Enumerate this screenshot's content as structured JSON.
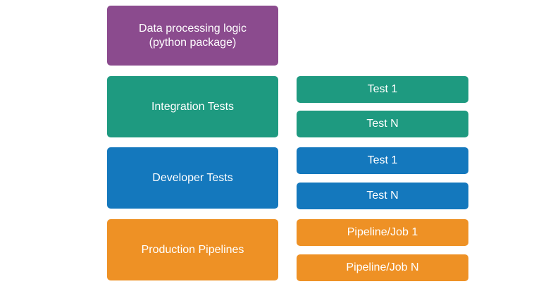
{
  "diagram": {
    "background_color": "#ffffff",
    "text_color": "#ffffff",
    "rows": [
      {
        "id": "data-processing-logic",
        "label": "Data processing logic (python package)",
        "line1": "Data processing logic",
        "line2": "(python package)",
        "color": "#8b4b8e",
        "children": []
      },
      {
        "id": "integration-tests",
        "label": "Integration Tests",
        "color": "#1e9a80",
        "children": [
          {
            "label": "Test 1"
          },
          {
            "label": "Test N"
          }
        ]
      },
      {
        "id": "developer-tests",
        "label": "Developer Tests",
        "color": "#1478bd",
        "children": [
          {
            "label": "Test 1"
          },
          {
            "label": "Test N"
          }
        ]
      },
      {
        "id": "production-pipelines",
        "label": "Production Pipelines",
        "color": "#ee9125",
        "children": [
          {
            "label": "Pipeline/Job 1"
          },
          {
            "label": "Pipeline/Job N"
          }
        ]
      }
    ]
  }
}
